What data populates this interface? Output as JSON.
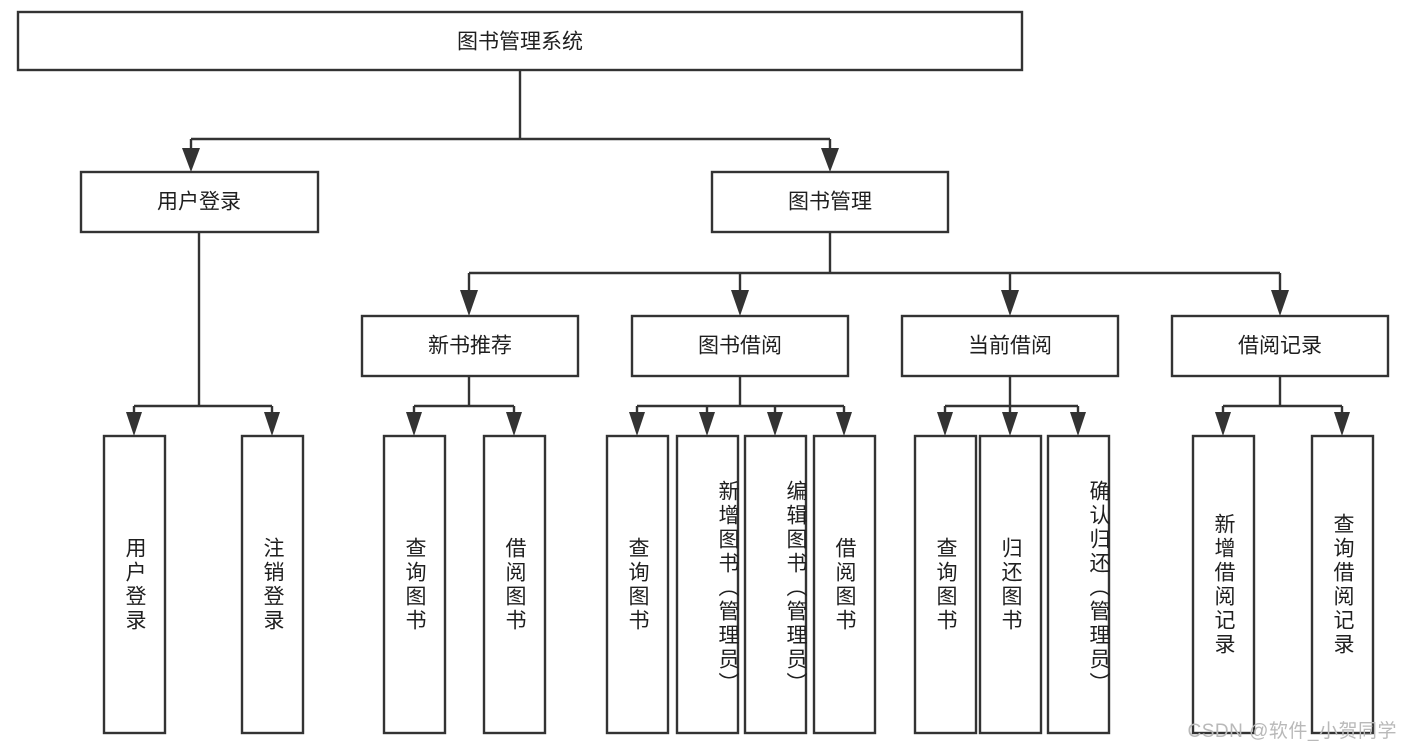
{
  "diagram": {
    "title": "图书管理系统",
    "type": "tree-hierarchy-diagram",
    "colors": {
      "box_stroke": "#333333",
      "box_fill": "#ffffff",
      "text": "#1f1f1f",
      "background": "#ffffff",
      "watermark": "#b9b9b9"
    },
    "root": {
      "label": "图书管理系统",
      "orientation": "horizontal"
    },
    "level2": [
      {
        "label": "用户登录",
        "orientation": "horizontal"
      },
      {
        "label": "图书管理",
        "orientation": "horizontal"
      }
    ],
    "level3": [
      {
        "label": "新书推荐",
        "orientation": "horizontal"
      },
      {
        "label": "图书借阅",
        "orientation": "horizontal"
      },
      {
        "label": "当前借阅",
        "orientation": "horizontal"
      },
      {
        "label": "借阅记录",
        "orientation": "horizontal"
      }
    ],
    "leaves": {
      "user_login": [
        {
          "label": "用户登录",
          "orientation": "vertical"
        },
        {
          "label": "注销登录",
          "orientation": "vertical"
        }
      ],
      "new_book_recommend": [
        {
          "label": "查询图书",
          "orientation": "vertical"
        },
        {
          "label": "借阅图书",
          "orientation": "vertical"
        }
      ],
      "book_borrow": [
        {
          "label": "查询图书",
          "orientation": "vertical"
        },
        {
          "label": "新增图书（管理员）",
          "orientation": "vertical"
        },
        {
          "label": "编辑图书（管理员）",
          "orientation": "vertical"
        },
        {
          "label": "借阅图书",
          "orientation": "vertical"
        }
      ],
      "current_borrow": [
        {
          "label": "查询图书",
          "orientation": "vertical"
        },
        {
          "label": "归还图书",
          "orientation": "vertical"
        },
        {
          "label": "确认归还（管理员）",
          "orientation": "vertical"
        }
      ],
      "borrow_record": [
        {
          "label": "新增借阅记录",
          "orientation": "vertical"
        },
        {
          "label": "查询借阅记录",
          "orientation": "vertical"
        }
      ]
    },
    "watermark": "CSDN @软件_小贺同学"
  }
}
